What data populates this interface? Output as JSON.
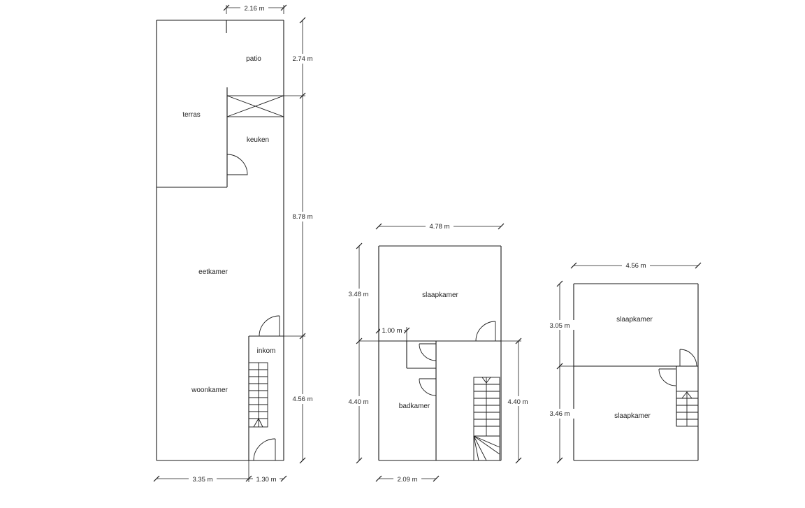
{
  "floorplans": [
    {
      "rooms": [
        "patio",
        "terras",
        "keuken",
        "eetkamer",
        "inkom",
        "woonkamer"
      ],
      "dimensions": [
        "2.16 m",
        "2.74 m",
        "8.78 m",
        "4.56 m",
        "3.35 m",
        "1.30 m"
      ]
    },
    {
      "rooms": [
        "slaapkamer",
        "badkamer"
      ],
      "dimensions": [
        "4.78 m",
        "3.48 m",
        "1.00 m",
        "4.40 m",
        "4.40 m",
        "2.09 m"
      ]
    },
    {
      "rooms": [
        "slaapkamer",
        "slaapkamer"
      ],
      "dimensions": [
        "4.56 m",
        "3.05 m",
        "3.46 m"
      ]
    }
  ]
}
